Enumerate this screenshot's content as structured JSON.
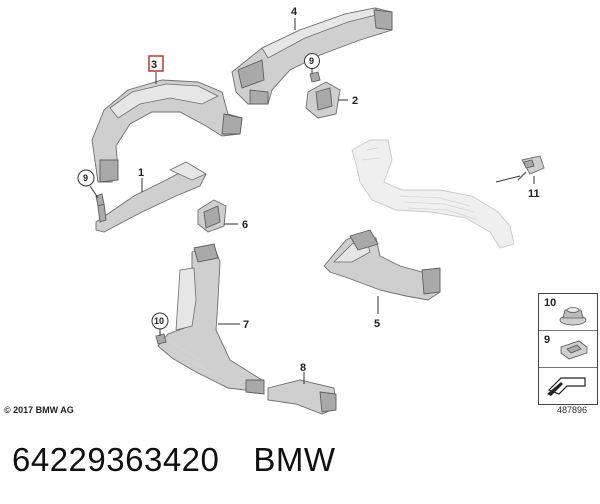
{
  "callouts": {
    "c1": "1",
    "c2": "2",
    "c3": "3",
    "c4": "4",
    "c5": "5",
    "c6": "6",
    "c7": "7",
    "c8": "8",
    "c9a": "9",
    "c9b": "9",
    "c10": "10",
    "c11": "11"
  },
  "legend": {
    "item10": "10",
    "item9": "9"
  },
  "copyright": "© 2017 BMW AG",
  "image_code": "487896",
  "caption": {
    "part_number": "64229363420",
    "brand": "BMW"
  },
  "colors": {
    "highlight_box": "#c0392b",
    "part_fill": "#cfcfcf",
    "ghost_fill": "#efefef"
  }
}
